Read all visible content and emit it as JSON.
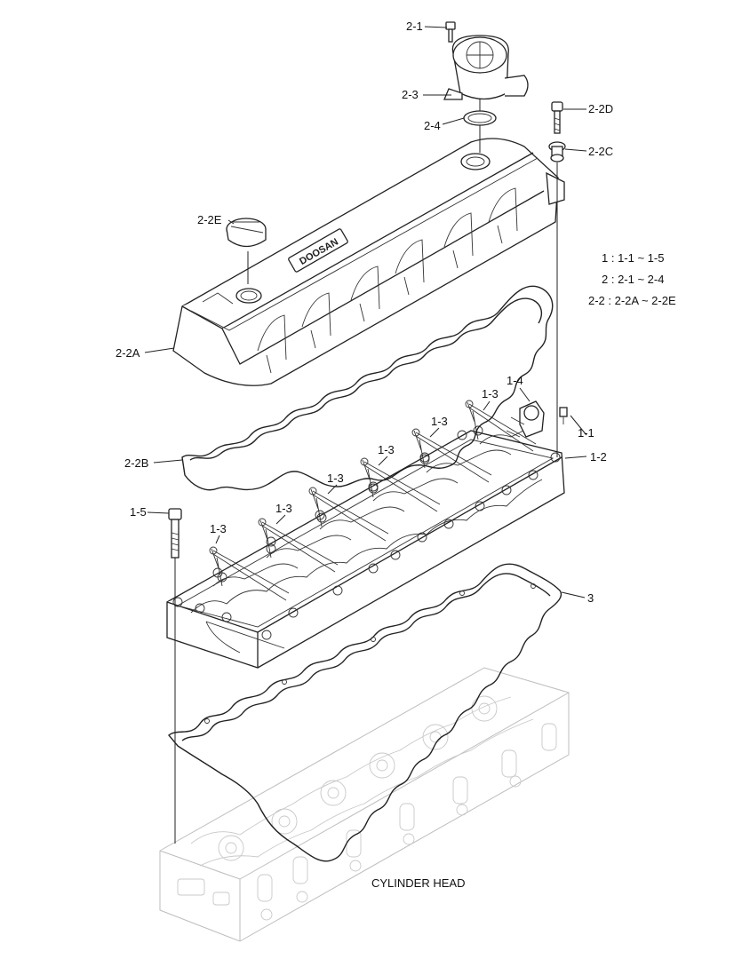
{
  "diagram": {
    "callouts": {
      "c_2_1": "2-1",
      "c_2_3": "2-3",
      "c_2_4": "2-4",
      "c_2_2D": "2-2D",
      "c_2_2C": "2-2C",
      "c_2_2E": "2-2E",
      "c_2_2A": "2-2A",
      "c_2_2B": "2-2B",
      "c_1_4": "1-4",
      "c_1_1": "1-1",
      "c_1_2": "1-2",
      "c_1_5": "1-5",
      "c_3": "3",
      "c_1_3": "1-3"
    },
    "legend": [
      "1 : 1-1 ~ 1-5",
      "2 : 2-1 ~ 2-4",
      "2-2 : 2-2A ~ 2-2E"
    ],
    "brand_logo_text": "DOOSAN",
    "cylinder_head_label": "CYLINDER HEAD"
  }
}
